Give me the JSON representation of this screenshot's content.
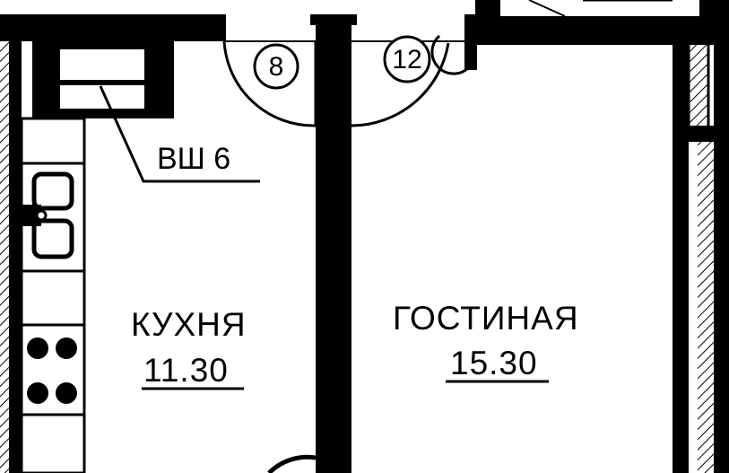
{
  "rooms": {
    "kitchen": {
      "name": "КУХНЯ",
      "area": "11.30"
    },
    "living": {
      "name": "ГОСТИНАЯ",
      "area": "15.30"
    }
  },
  "shaft": {
    "label": "ВШ 6"
  },
  "doors": {
    "d1": {
      "number": "8"
    },
    "d2": {
      "number": "12"
    }
  },
  "colors": {
    "wall": "#000000",
    "background": "#ffffff"
  }
}
